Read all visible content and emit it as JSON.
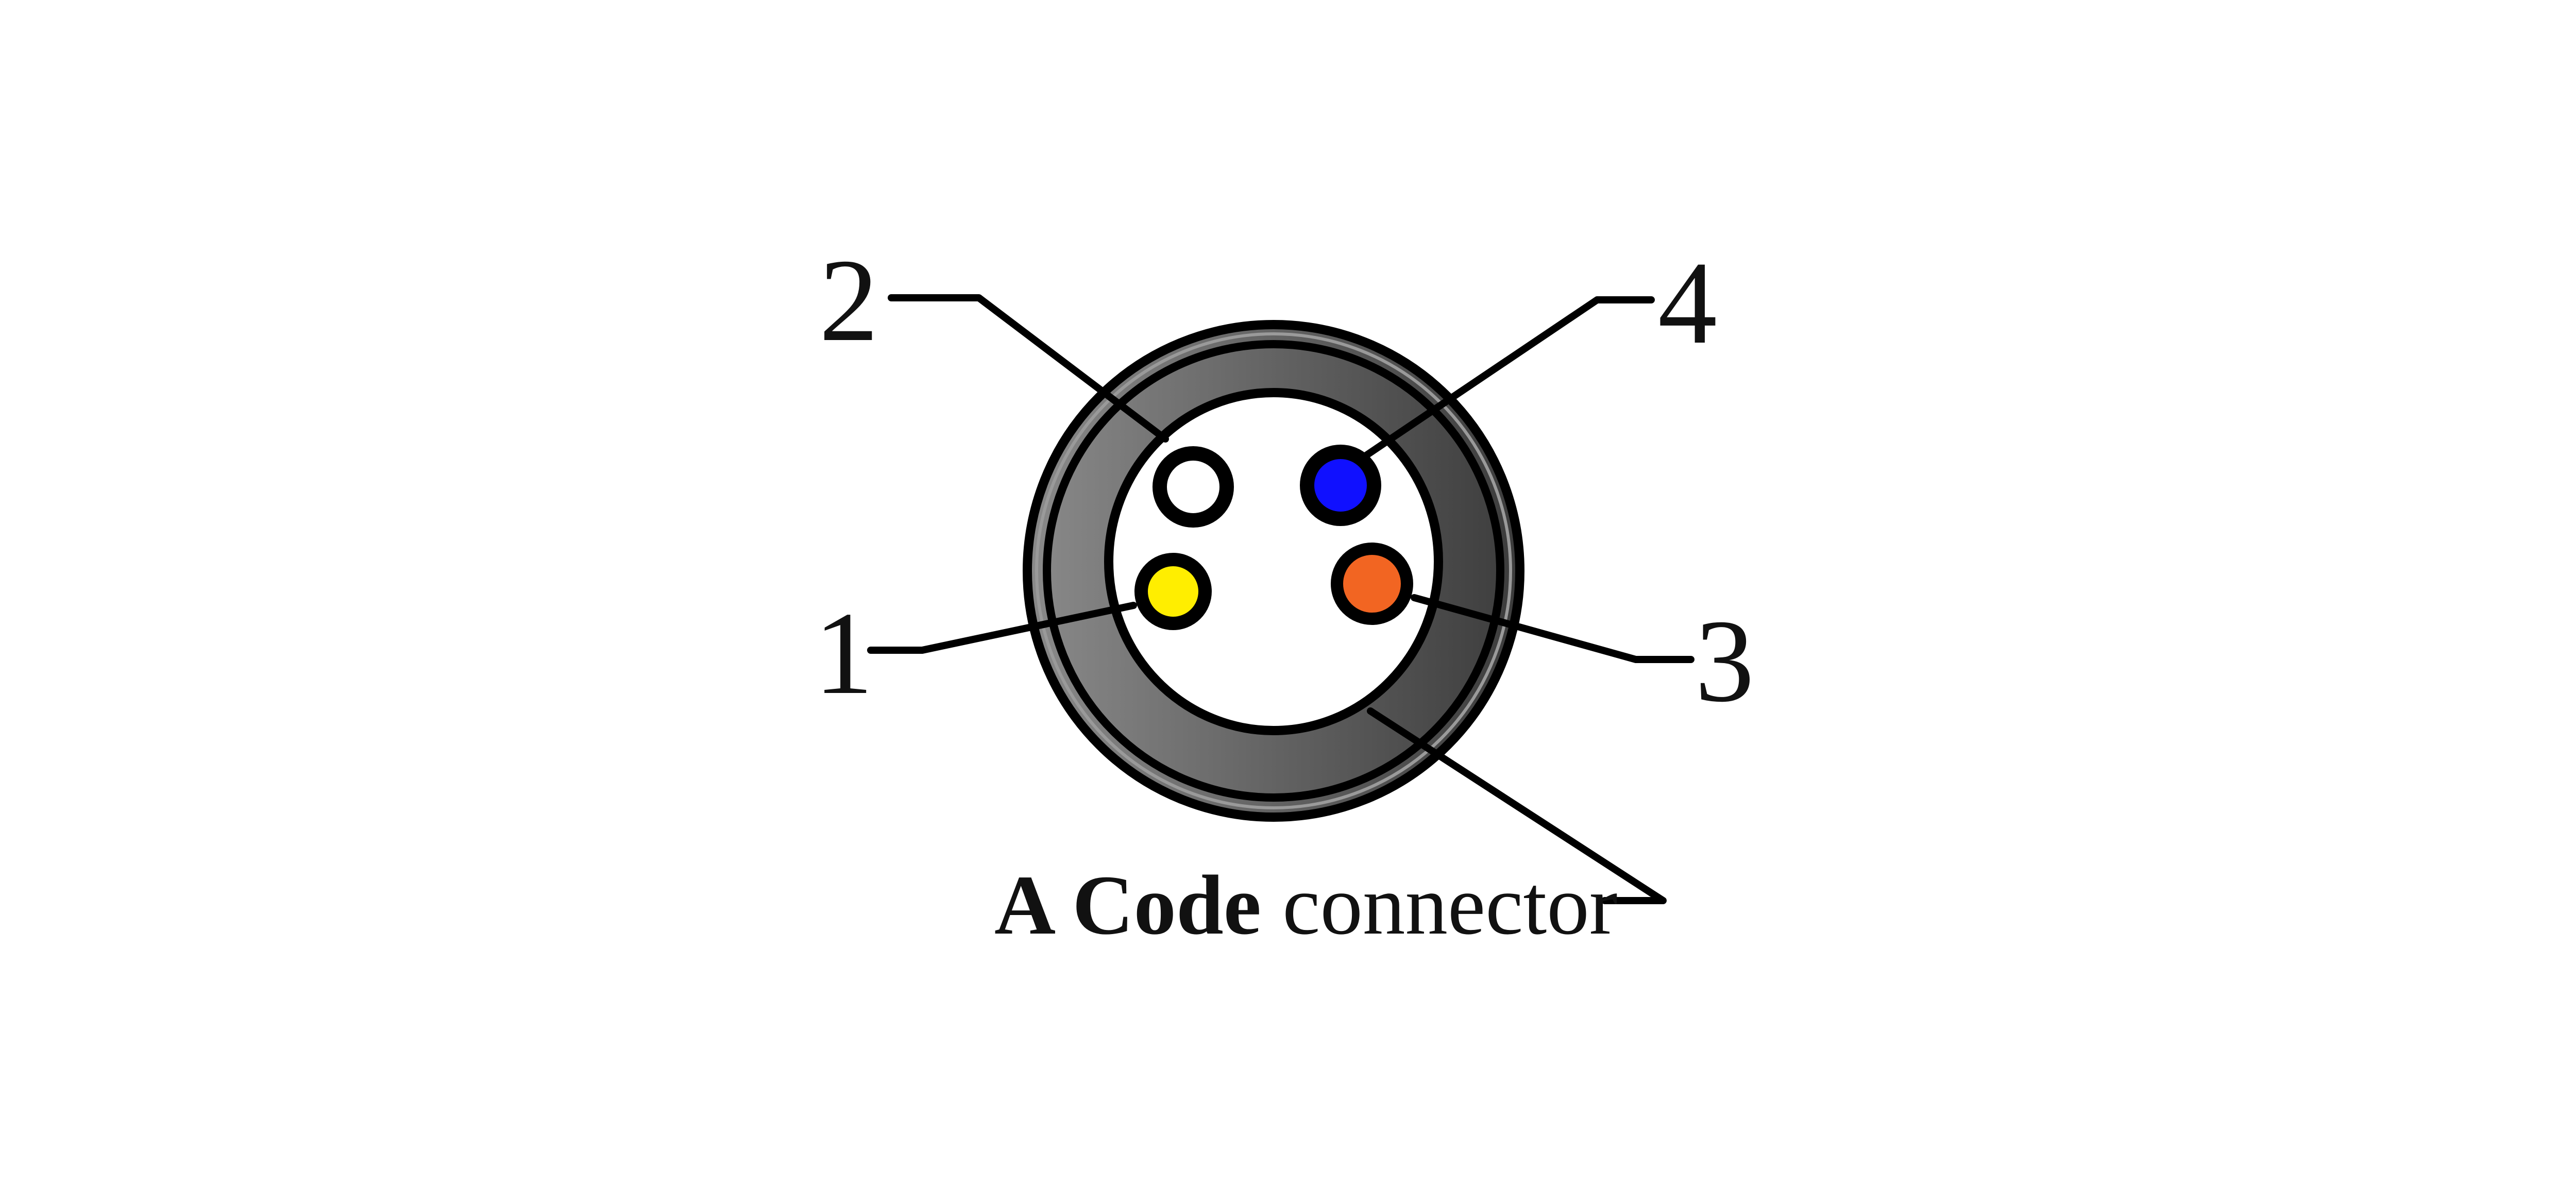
{
  "diagram": {
    "caption": {
      "bold": "A Code",
      "regular": " connector"
    },
    "colors": {
      "housing_dark": "#3c3c3c",
      "housing_light": "#8a8a8a",
      "face": "#ffffff",
      "outline": "#000000"
    },
    "pins": [
      {
        "id": "1",
        "label": "1",
        "color": "#ffee00"
      },
      {
        "id": "2",
        "label": "2",
        "color": "#ffffff"
      },
      {
        "id": "3",
        "label": "3",
        "color": "#f26522"
      },
      {
        "id": "4",
        "label": "4",
        "color": "#1010ff"
      }
    ]
  }
}
